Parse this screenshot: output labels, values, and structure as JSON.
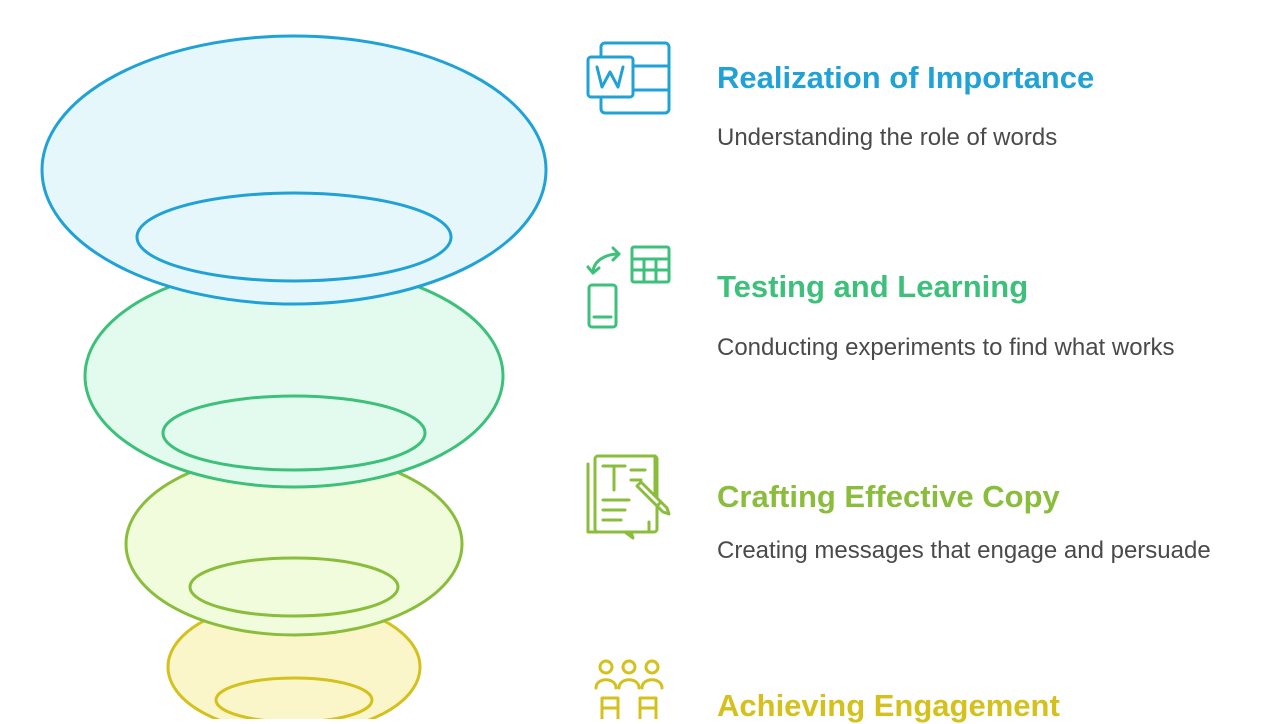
{
  "stages": [
    {
      "title": "Realization of Importance",
      "description": "Understanding the role of words",
      "icon": "word-document-icon",
      "color": "#21a2d6",
      "fill": "#e6f7fc"
    },
    {
      "title": "Testing and Learning",
      "description": "Conducting experiments to find what works",
      "icon": "device-sync-icon",
      "color": "#3cc07a",
      "fill": "#e2fbee"
    },
    {
      "title": "Crafting Effective Copy",
      "description": "Creating messages that engage and persuade",
      "icon": "document-pencil-icon",
      "color": "#8bbd3c",
      "fill": "#f1fcdc"
    },
    {
      "title": "Achieving Engagement",
      "description": "",
      "icon": "group-people-icon",
      "color": "#d4c11d",
      "fill": "#fbf6c9"
    }
  ]
}
